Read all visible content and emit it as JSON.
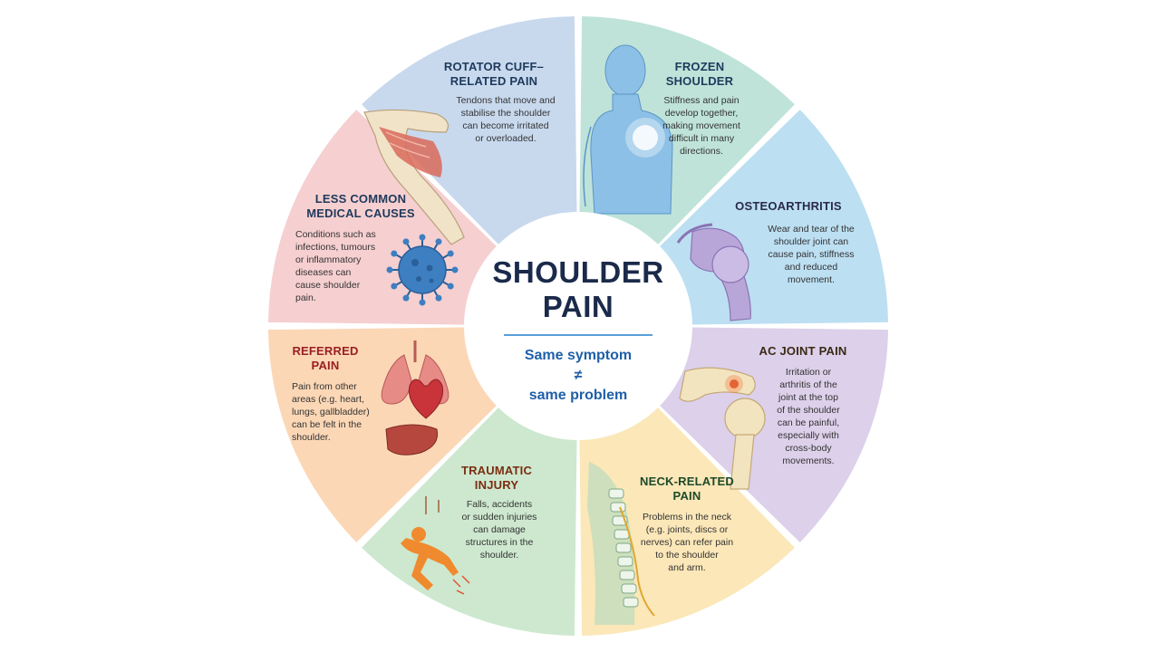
{
  "center": {
    "title_line1": "SHOULDER",
    "title_line2": "PAIN",
    "subtitle_line1": "Same symptom",
    "subtitle_line2": "≠",
    "subtitle_line3": "same problem"
  },
  "segments": [
    {
      "id": "rotator-cuff",
      "title": [
        "ROTATOR CUFF–",
        "RELATED PAIN"
      ],
      "description": [
        "Tendons that move and",
        "stabilise the shoulder",
        "can become irritated",
        "or overloaded."
      ],
      "color": "#bfe3d9",
      "title_color": "#1e3a5c",
      "icon": "rotator-cuff-illustration"
    },
    {
      "id": "frozen-shoulder",
      "title": [
        "FROZEN",
        "SHOULDER"
      ],
      "description": [
        "Stiffness and pain",
        "develop together,",
        "making movement",
        "difficult in many",
        "directions."
      ],
      "color": "#bcdff2",
      "title_color": "#1e3a5c",
      "icon": "body-outline-illustration"
    },
    {
      "id": "osteoarthritis",
      "title": [
        "OSTEOARTHRITIS"
      ],
      "description": [
        "Wear and tear of the",
        "shoulder joint can",
        "cause pain, stiffness",
        "and reduced",
        "movement."
      ],
      "color": "#dcd0ea",
      "title_color": "#2a2a4a",
      "icon": "joint-illustration"
    },
    {
      "id": "ac-joint",
      "title": [
        "AC JOINT PAIN"
      ],
      "description": [
        "Irritation or",
        "arthritis of the",
        "joint at the top",
        "of the shoulder",
        "can be painful,",
        "especially with",
        "cross-body",
        "movements."
      ],
      "color": "#fbe7b8",
      "title_color": "#3a2a14",
      "icon": "ac-joint-illustration"
    },
    {
      "id": "neck-related",
      "title": [
        "NECK-RELATED",
        "PAIN"
      ],
      "description": [
        "Problems in the neck",
        "(e.g. joints, discs or",
        "nerves) can refer pain",
        "to the shoulder",
        "and arm."
      ],
      "color": "#cde8cf",
      "title_color": "#1d4a2a",
      "icon": "spine-illustration"
    },
    {
      "id": "traumatic-injury",
      "title": [
        "TRAUMATIC",
        "INJURY"
      ],
      "description": [
        "Falls, accidents",
        "or sudden injuries",
        "can damage",
        "structures in the",
        "shoulder."
      ],
      "color": "#fbd7b6",
      "title_color": "#7a2e10",
      "icon": "falling-person-icon"
    },
    {
      "id": "referred-pain",
      "title": [
        "REFERRED",
        "PAIN"
      ],
      "description": [
        "Pain from other",
        "areas (e.g. heart,",
        "lungs, gallbladder)",
        "can be felt in the",
        "shoulder."
      ],
      "color": "#f6cfd0",
      "title_color": "#9a1f22",
      "icon": "organs-illustration"
    },
    {
      "id": "less-common",
      "title": [
        "LESS COMMON",
        "MEDICAL CAUSES"
      ],
      "description": [
        "Conditions such as",
        "infections, tumours",
        "or inflammatory",
        "diseases can",
        "cause shoulder",
        "pain."
      ],
      "color": "#c8d9ee",
      "title_color": "#1e3a5c",
      "icon": "virus-icon"
    }
  ]
}
